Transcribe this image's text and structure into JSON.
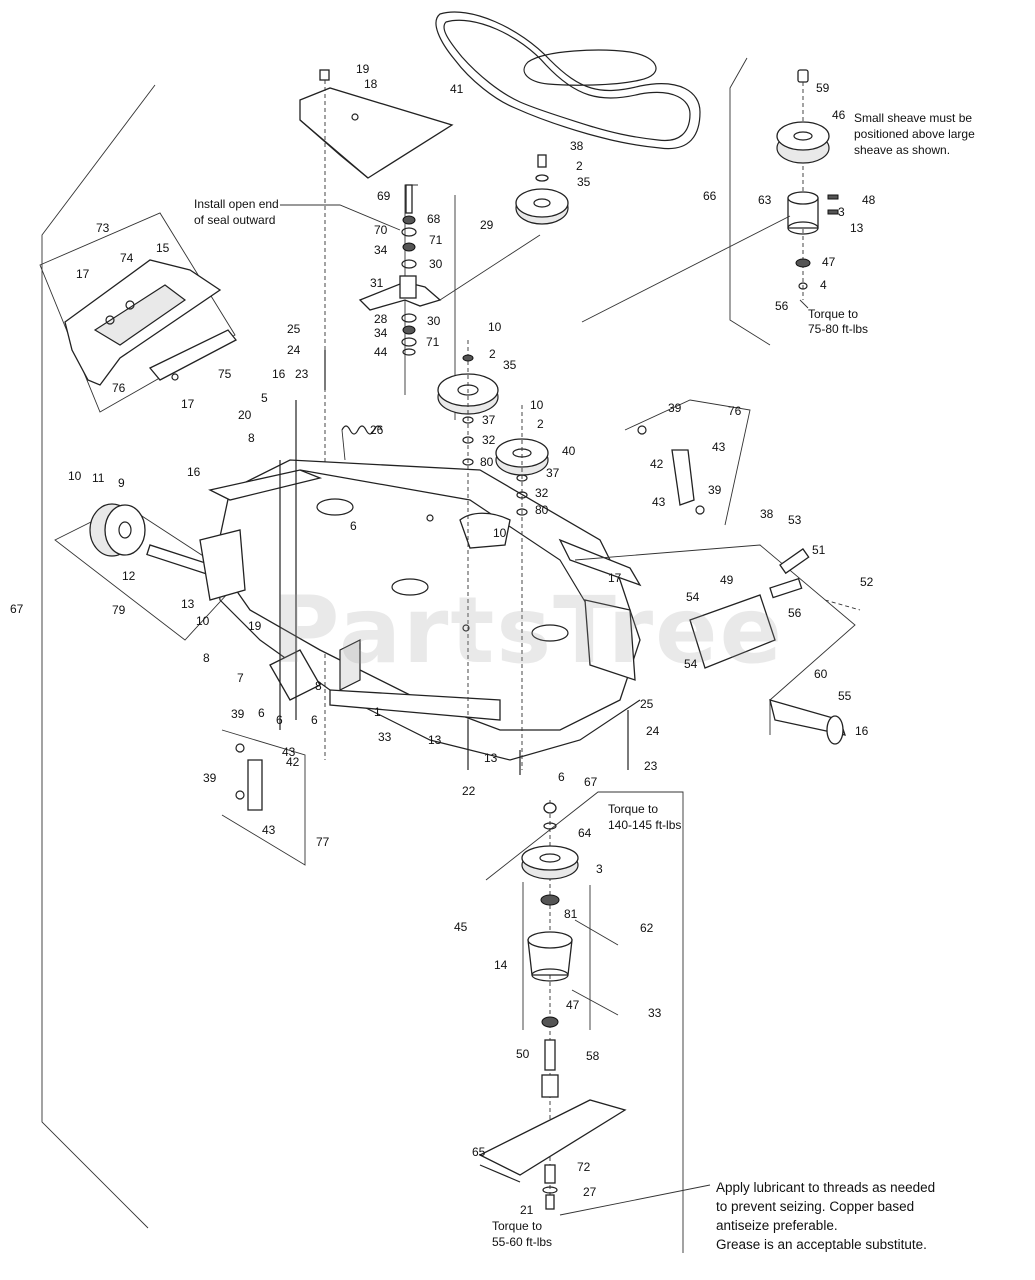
{
  "watermark": "PartsTree",
  "notes": {
    "seal_line1": "Install open end",
    "seal_line2": "of seal outward",
    "sheave_line1": "Small sheave must be",
    "sheave_line2": "positioned above large",
    "sheave_line3": "sheave as shown.",
    "torque_top_line1": "Torque to",
    "torque_top_line2": "75-80 ft-lbs",
    "torque_spindle_line1": "Torque to",
    "torque_spindle_line2": "140-145 ft-lbs",
    "torque_blade_line1": "Torque to",
    "torque_blade_line2": "55-60 ft-lbs",
    "lube_line1": "Apply lubricant to threads as needed",
    "lube_line2": "to prevent seizing.  Copper based",
    "lube_line3": "antiseize preferable.",
    "lube_line4": "Grease is an acceptable substitute."
  },
  "callouts": [
    {
      "id": "c19a",
      "text": "19"
    },
    {
      "id": "c18",
      "text": "18"
    },
    {
      "id": "c41",
      "text": "41"
    },
    {
      "id": "c59",
      "text": "59"
    },
    {
      "id": "c46",
      "text": "46"
    },
    {
      "id": "c38a",
      "text": "38"
    },
    {
      "id": "c2a",
      "text": "2"
    },
    {
      "id": "c35a",
      "text": "35"
    },
    {
      "id": "c66",
      "text": "66"
    },
    {
      "id": "c63",
      "text": "63"
    },
    {
      "id": "c48",
      "text": "48"
    },
    {
      "id": "c3a",
      "text": "3"
    },
    {
      "id": "c13a",
      "text": "13"
    },
    {
      "id": "c69",
      "text": "69"
    },
    {
      "id": "c68",
      "text": "68"
    },
    {
      "id": "c70",
      "text": "70"
    },
    {
      "id": "c71a",
      "text": "71"
    },
    {
      "id": "c29",
      "text": "29"
    },
    {
      "id": "c34a",
      "text": "34"
    },
    {
      "id": "c30a",
      "text": "30"
    },
    {
      "id": "c73",
      "text": "73"
    },
    {
      "id": "c15",
      "text": "15"
    },
    {
      "id": "c74",
      "text": "74"
    },
    {
      "id": "c17a",
      "text": "17"
    },
    {
      "id": "c47a",
      "text": "47"
    },
    {
      "id": "c4",
      "text": "4"
    },
    {
      "id": "c56a",
      "text": "56"
    },
    {
      "id": "c31",
      "text": "31"
    },
    {
      "id": "c28",
      "text": "28"
    },
    {
      "id": "c30b",
      "text": "30"
    },
    {
      "id": "c34b",
      "text": "34"
    },
    {
      "id": "c71b",
      "text": "71"
    },
    {
      "id": "c44",
      "text": "44"
    },
    {
      "id": "c25a",
      "text": "25"
    },
    {
      "id": "c24a",
      "text": "24"
    },
    {
      "id": "c10a",
      "text": "10"
    },
    {
      "id": "c2b",
      "text": "2"
    },
    {
      "id": "c35b",
      "text": "35"
    },
    {
      "id": "c75",
      "text": "75"
    },
    {
      "id": "c76a",
      "text": "76"
    },
    {
      "id": "c17b",
      "text": "17"
    },
    {
      "id": "c16a",
      "text": "16"
    },
    {
      "id": "c23a",
      "text": "23"
    },
    {
      "id": "c5",
      "text": "5"
    },
    {
      "id": "c20",
      "text": "20"
    },
    {
      "id": "c26",
      "text": "26"
    },
    {
      "id": "c10b",
      "text": "10"
    },
    {
      "id": "c2c",
      "text": "2"
    },
    {
      "id": "c37a",
      "text": "37"
    },
    {
      "id": "c32a",
      "text": "32"
    },
    {
      "id": "c80a",
      "text": "80"
    },
    {
      "id": "c40",
      "text": "40"
    },
    {
      "id": "c37b",
      "text": "37"
    },
    {
      "id": "c32b",
      "text": "32"
    },
    {
      "id": "c80b",
      "text": "80"
    },
    {
      "id": "c39a",
      "text": "39"
    },
    {
      "id": "c76b",
      "text": "76"
    },
    {
      "id": "c43a",
      "text": "43"
    },
    {
      "id": "c42a",
      "text": "42"
    },
    {
      "id": "c43b",
      "text": "43"
    },
    {
      "id": "c39b",
      "text": "39"
    },
    {
      "id": "c8a",
      "text": "8"
    },
    {
      "id": "c16b",
      "text": "16"
    },
    {
      "id": "c10c",
      "text": "10"
    },
    {
      "id": "c11",
      "text": "11"
    },
    {
      "id": "c9",
      "text": "9"
    },
    {
      "id": "c6a",
      "text": "6"
    },
    {
      "id": "c10d",
      "text": "10"
    },
    {
      "id": "c38b",
      "text": "38"
    },
    {
      "id": "c53",
      "text": "53"
    },
    {
      "id": "c51",
      "text": "51"
    },
    {
      "id": "c12",
      "text": "12"
    },
    {
      "id": "c17c",
      "text": "17"
    },
    {
      "id": "c49",
      "text": "49"
    },
    {
      "id": "c52",
      "text": "52"
    },
    {
      "id": "c54a",
      "text": "54"
    },
    {
      "id": "c56b",
      "text": "56"
    },
    {
      "id": "c67a",
      "text": "67"
    },
    {
      "id": "c79",
      "text": "79"
    },
    {
      "id": "c13b",
      "text": "13"
    },
    {
      "id": "c10e",
      "text": "10"
    },
    {
      "id": "c19b",
      "text": "19"
    },
    {
      "id": "c54b",
      "text": "54"
    },
    {
      "id": "c60",
      "text": "60"
    },
    {
      "id": "c8b",
      "text": "8"
    },
    {
      "id": "c7",
      "text": "7"
    },
    {
      "id": "c8c",
      "text": "8"
    },
    {
      "id": "c6b",
      "text": "6"
    },
    {
      "id": "c6c",
      "text": "6"
    },
    {
      "id": "c6d",
      "text": "6"
    },
    {
      "id": "c1",
      "text": "1"
    },
    {
      "id": "c55",
      "text": "55"
    },
    {
      "id": "c25b",
      "text": "25"
    },
    {
      "id": "c24b",
      "text": "24"
    },
    {
      "id": "c16c",
      "text": "16"
    },
    {
      "id": "c39c",
      "text": "39"
    },
    {
      "id": "c33a",
      "text": "33"
    },
    {
      "id": "c13c",
      "text": "13"
    },
    {
      "id": "c43c",
      "text": "43"
    },
    {
      "id": "c13d",
      "text": "13"
    },
    {
      "id": "c23b",
      "text": "23"
    },
    {
      "id": "c42b",
      "text": "42"
    },
    {
      "id": "c6e",
      "text": "6"
    },
    {
      "id": "c39d",
      "text": "39"
    },
    {
      "id": "c22",
      "text": "22"
    },
    {
      "id": "c43d",
      "text": "43"
    },
    {
      "id": "c67b",
      "text": "67"
    },
    {
      "id": "c64",
      "text": "64"
    },
    {
      "id": "c77",
      "text": "77"
    },
    {
      "id": "c3b",
      "text": "3"
    },
    {
      "id": "c81",
      "text": "81"
    },
    {
      "id": "c45",
      "text": "45"
    },
    {
      "id": "c62",
      "text": "62"
    },
    {
      "id": "c14",
      "text": "14"
    },
    {
      "id": "c47b",
      "text": "47"
    },
    {
      "id": "c33b",
      "text": "33"
    },
    {
      "id": "c50",
      "text": "50"
    },
    {
      "id": "c58",
      "text": "58"
    },
    {
      "id": "c65",
      "text": "65"
    },
    {
      "id": "c72",
      "text": "72"
    },
    {
      "id": "c21",
      "text": "21"
    },
    {
      "id": "c27",
      "text": "27"
    }
  ]
}
